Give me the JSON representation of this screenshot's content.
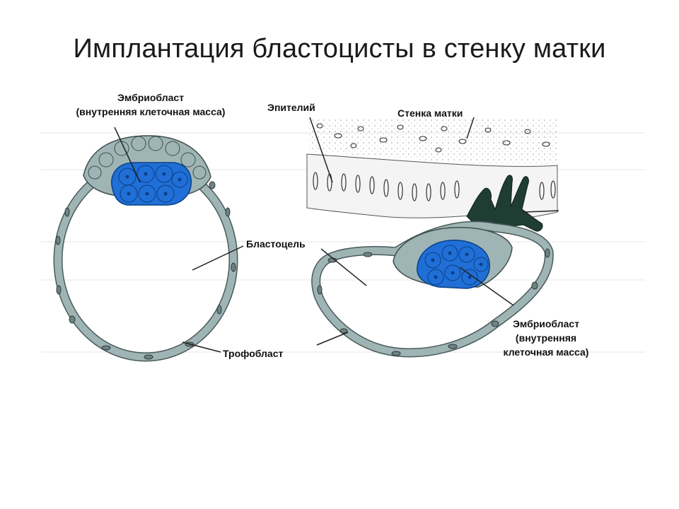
{
  "title": "Имплантация бластоцисты в стенку матки",
  "labels": {
    "embryoblast_left_line1": "Эмбриобласт",
    "embryoblast_left_line2": "(внутренняя клеточная масса)",
    "epithelium": "Эпителий",
    "uterine_wall": "Стенка матки",
    "blastocoel": "Бластоцель",
    "trophoblast": "Трофобласт",
    "embryoblast_right_line1": "Эмбриобласт",
    "embryoblast_right_line2": "(внутренняя",
    "embryoblast_right_line3": "клеточная масса)"
  },
  "colors": {
    "trophoblast_fill": "#9fb5b5",
    "embryoblast_fill": "#1f6fd6",
    "tissue_fill": "#f2f2f2",
    "gland_fill": "#1f3d33"
  }
}
